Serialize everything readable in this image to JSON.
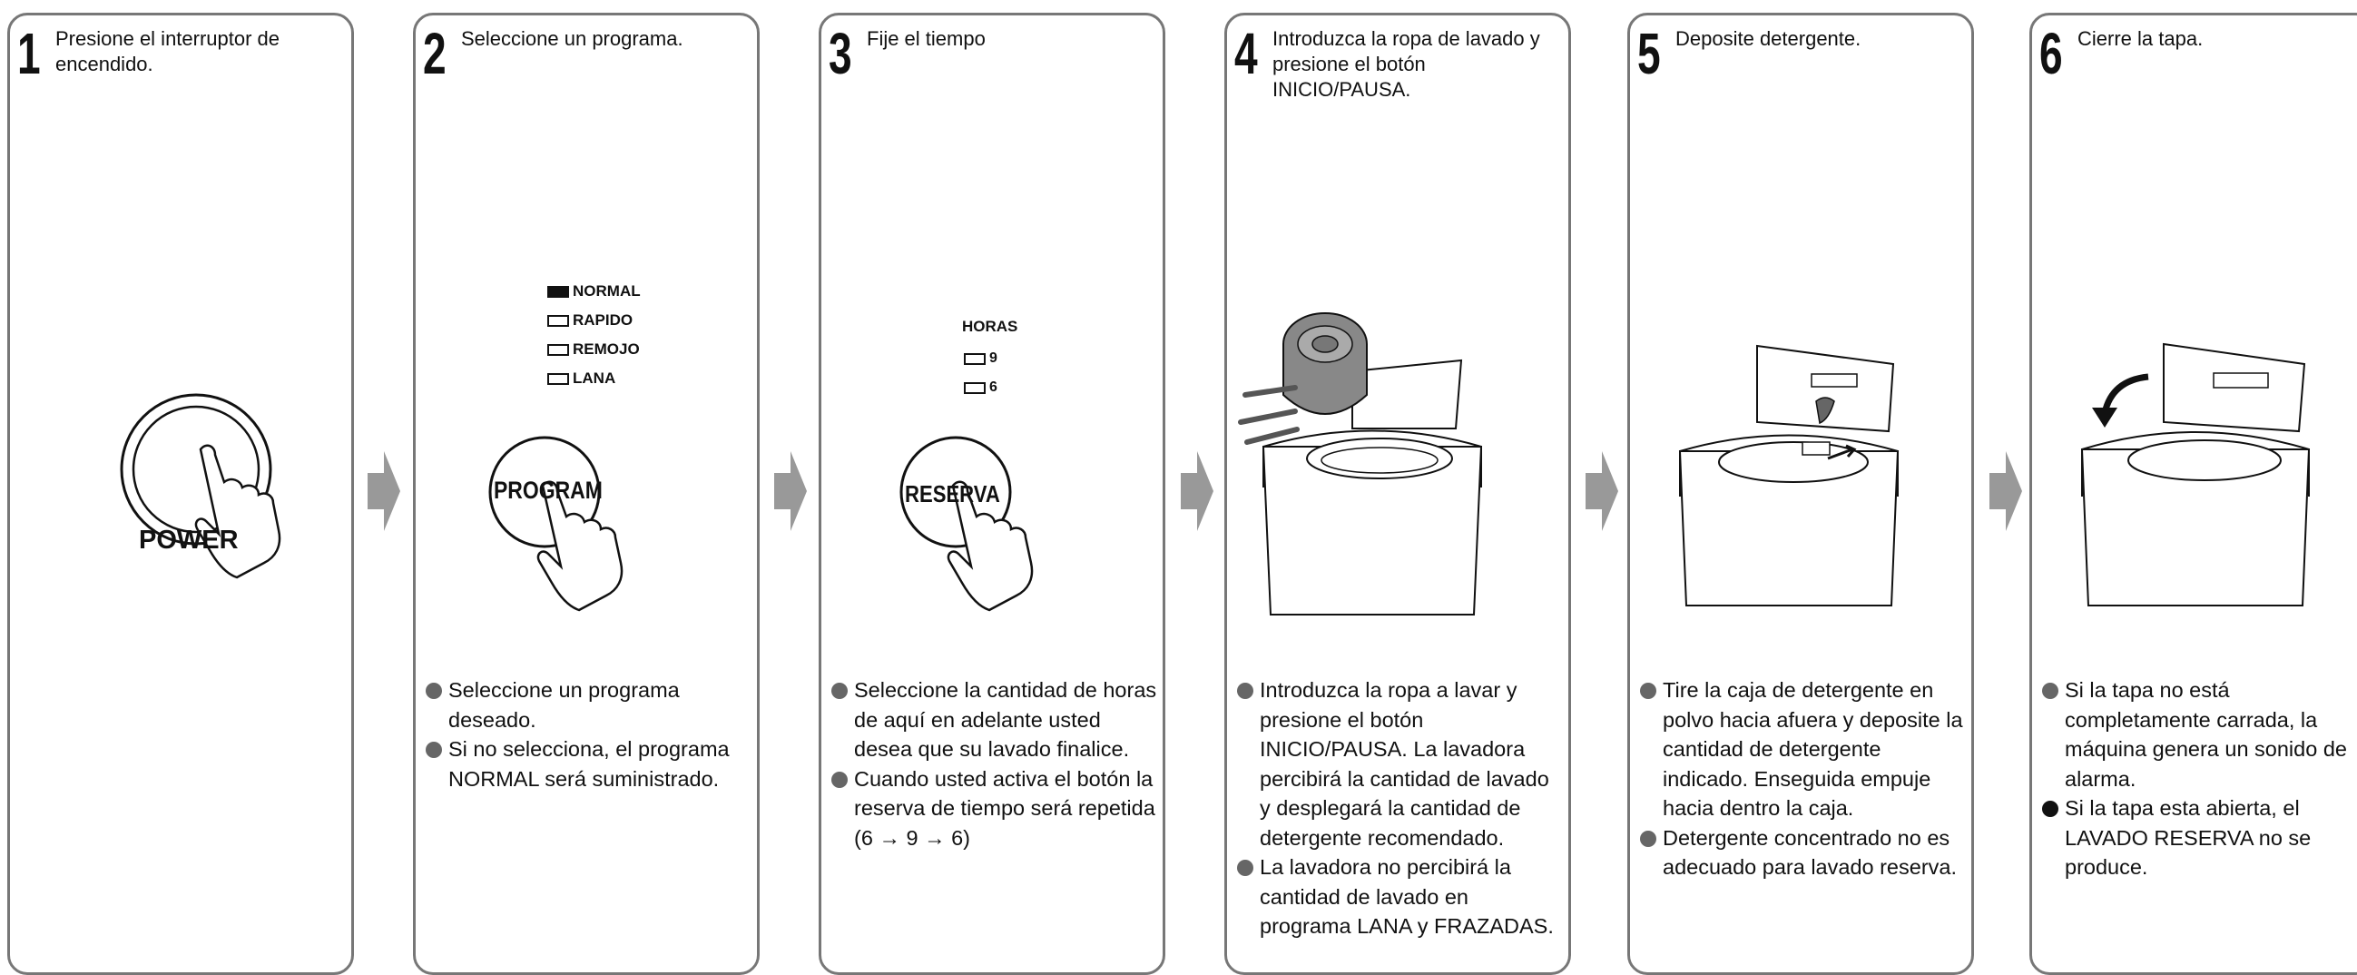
{
  "steps": [
    {
      "number": "1",
      "title": "Presione el interruptor de encendido.",
      "button_label": "POWER",
      "bullets": []
    },
    {
      "number": "2",
      "title": "Seleccione un programa.",
      "button_label": "PROGRAM",
      "programs": [
        "NORMAL",
        "RAPIDO",
        "REMOJO",
        "LANA"
      ],
      "selected_program": "NORMAL",
      "bullets": [
        "Seleccione un programa deseado.",
        "Si no selecciona, el programa NORMAL será suministrado."
      ]
    },
    {
      "number": "3",
      "title": "Fije el tiempo",
      "button_label": "RESERVA",
      "hours_label": "HORAS",
      "hours": [
        "9",
        "6"
      ],
      "bullets": [
        "Seleccione la cantidad de horas de aquí en adelante usted desea que su lavado finalice.",
        "Cuando usted activa el botón la reserva de tiempo será repetida (6 → 9 → 6)"
      ]
    },
    {
      "number": "4",
      "title": "Introduzca la ropa de lavado y presione el botón INICIO/PAUSA.",
      "bullets": [
        "Introduzca la ropa a lavar y presione el botón INICIO/PAUSA. La lavadora percibirá la cantidad de lavado y desplegará la cantidad de detergente recomendado.",
        "La lavadora no percibirá la cantidad de lavado en programa LANA y FRAZADAS."
      ]
    },
    {
      "number": "5",
      "title": "Deposite detergente.",
      "bullets": [
        "Tire la caja de detergente en polvo hacia afuera y deposite la cantidad de detergente indicado. Enseguida empuje hacia dentro la caja.",
        "Detergente concentrado no es adecuado para lavado reserva."
      ]
    },
    {
      "number": "6",
      "title": "Cierre la tapa.",
      "bullets": [
        "Si la tapa no está completamente carrada, la máquina genera un sonido de alarma.",
        "Si la tapa esta abierta, el LAVADO RESERVA no se produce."
      ]
    }
  ]
}
